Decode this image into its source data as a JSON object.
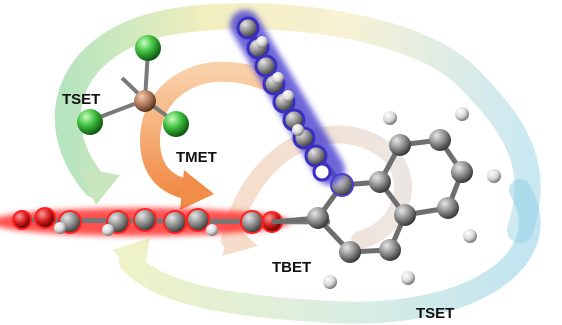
{
  "labels": {
    "tset_top": "TSET",
    "tmet": "TMET",
    "tbet": "TBET",
    "tset_bottom": "TSET"
  },
  "colors": {
    "carbon": "#8c8c8c",
    "hydrogen": "#e8e8e8",
    "chlorine": "#3fbf3f",
    "metal": "#b07a5a",
    "oxygen": "#d21b1b",
    "red_glow": "#ff3030",
    "blue_glow": "#4a3fd0",
    "arrow_orange": "#f0883a"
  }
}
